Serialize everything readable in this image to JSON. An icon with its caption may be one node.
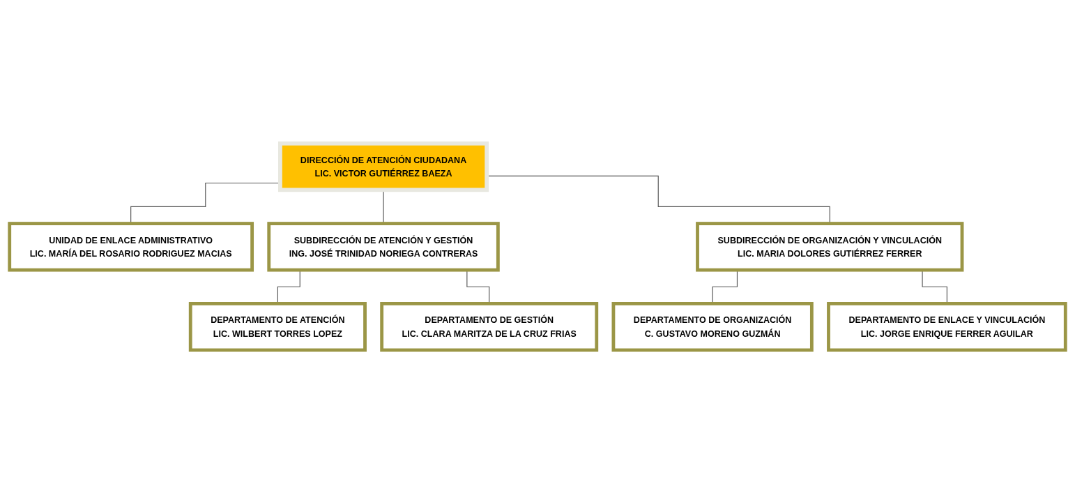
{
  "diagram": {
    "nodes": [
      {
        "text": [
          "DIRECCIÓN DE ATENCIÓN CIUDADANA",
          "LIC. VICTOR GUTIÉRREZ BAEZA"
        ]
      },
      {
        "text": [
          "UNIDAD DE ENLACE ADMINISTRATIVO",
          "LIC. MARÍA DEL ROSARIO RODRIGUEZ MACIAS"
        ]
      },
      {
        "text": [
          "SUBDIRECCIÓN DE ATENCIÓN Y GESTIÓN",
          "ING. JOSÉ TRINIDAD NORIEGA CONTRERAS"
        ]
      },
      {
        "text": [
          "SUBDIRECCIÓN DE ORGANIZACIÓN Y VINCULACIÓN",
          "LIC. MARIA DOLORES GUTIÉRREZ FERRER"
        ]
      },
      {
        "text": [
          "DEPARTAMENTO DE ATENCIÓN",
          "LIC. WILBERT TORRES LOPEZ"
        ]
      },
      {
        "text": [
          "DEPARTAMENTO DE GESTIÓN",
          "LIC. CLARA MARITZA DE LA CRUZ FRIAS"
        ]
      },
      {
        "text": [
          "DEPARTAMENTO DE ORGANIZACIÓN",
          "C. GUSTAVO MORENO GUZMÁN"
        ]
      },
      {
        "text": [
          "DEPARTAMENTO DE ENLACE Y VINCULACIÓN",
          "LIC. JORGE ENRIQUE FERRER AGUILAR"
        ]
      }
    ],
    "edges": [
      {
        "from": 0,
        "to": 1,
        "arrow": "none"
      },
      {
        "from": 0,
        "to": 2,
        "arrow": "none"
      },
      {
        "from": 0,
        "to": 3,
        "arrow": "none"
      },
      {
        "from": 2,
        "to": 4,
        "arrow": "none"
      },
      {
        "from": 2,
        "to": 5,
        "arrow": "none"
      },
      {
        "from": 3,
        "to": 6,
        "arrow": "none"
      },
      {
        "from": 3,
        "to": 7,
        "arrow": "none"
      }
    ]
  }
}
